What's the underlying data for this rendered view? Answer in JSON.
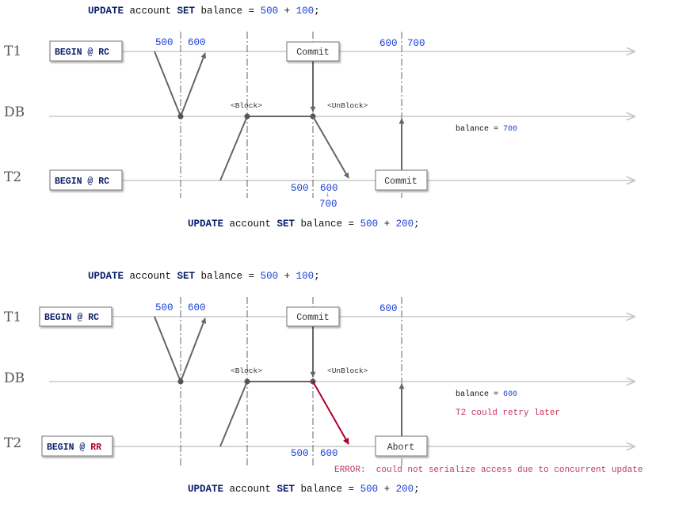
{
  "scenario_top": {
    "t1_sql": {
      "kw_update": "UPDATE",
      "table": " account ",
      "kw_set": "SET",
      "col": " balance = ",
      "a": "500",
      "op": " + ",
      "b": "100",
      "end": ";"
    },
    "t2_sql": {
      "kw_update": "UPDATE",
      "table": " account ",
      "kw_set": "SET",
      "col": " balance = ",
      "a": "500",
      "op": " + ",
      "b": "200",
      "end": ";"
    },
    "lanes": {
      "t1": "T1",
      "db": "DB",
      "t2": "T2"
    },
    "t1_begin": {
      "begin": "BEGIN",
      "at": " @ ",
      "level": "RC"
    },
    "t2_begin": {
      "begin": "BEGIN",
      "at": " @ ",
      "level": "RC"
    },
    "t1_read": "500",
    "t1_write": "600",
    "t1_commit": "Commit",
    "t1_after_a": "600",
    "t1_after_b": "700",
    "block": "<Block>",
    "unblock": "<UnBlock>",
    "balance_label": "balance = ",
    "balance_value": "700",
    "t2_read": "500",
    "t2_reread": "600",
    "t2_result": "700",
    "t2_commit": "Commit"
  },
  "scenario_bottom": {
    "t1_sql": {
      "kw_update": "UPDATE",
      "table": " account ",
      "kw_set": "SET",
      "col": " balance = ",
      "a": "500",
      "op": " + ",
      "b": "100",
      "end": ";"
    },
    "t2_sql": {
      "kw_update": "UPDATE",
      "table": " account ",
      "kw_set": "SET",
      "col": " balance = ",
      "a": "500",
      "op": " + ",
      "b": "200",
      "end": ";"
    },
    "lanes": {
      "t1": "T1",
      "db": "DB",
      "t2": "T2"
    },
    "t1_begin": {
      "begin": "BEGIN",
      "at": " @ ",
      "level": "RC"
    },
    "t2_begin": {
      "begin": "BEGIN",
      "at": " @ ",
      "level": "RR"
    },
    "t1_read": "500",
    "t1_write": "600",
    "t1_commit": "Commit",
    "t1_after_a": "600",
    "block": "<Block>",
    "unblock": "<UnBlock>",
    "balance_label": "balance = ",
    "balance_value": "600",
    "retry_note": "T2 could retry later",
    "t2_read": "500",
    "t2_reread": "600",
    "t2_abort": "Abort",
    "error": "ERROR:  could not serialize access due to concurrent update"
  },
  "colors": {
    "keyword": "#0b1f6b",
    "number": "#1a3fd6",
    "error": "#b0002a",
    "isolation_rr": "#b0002a",
    "lane": "#c8c8c8"
  }
}
